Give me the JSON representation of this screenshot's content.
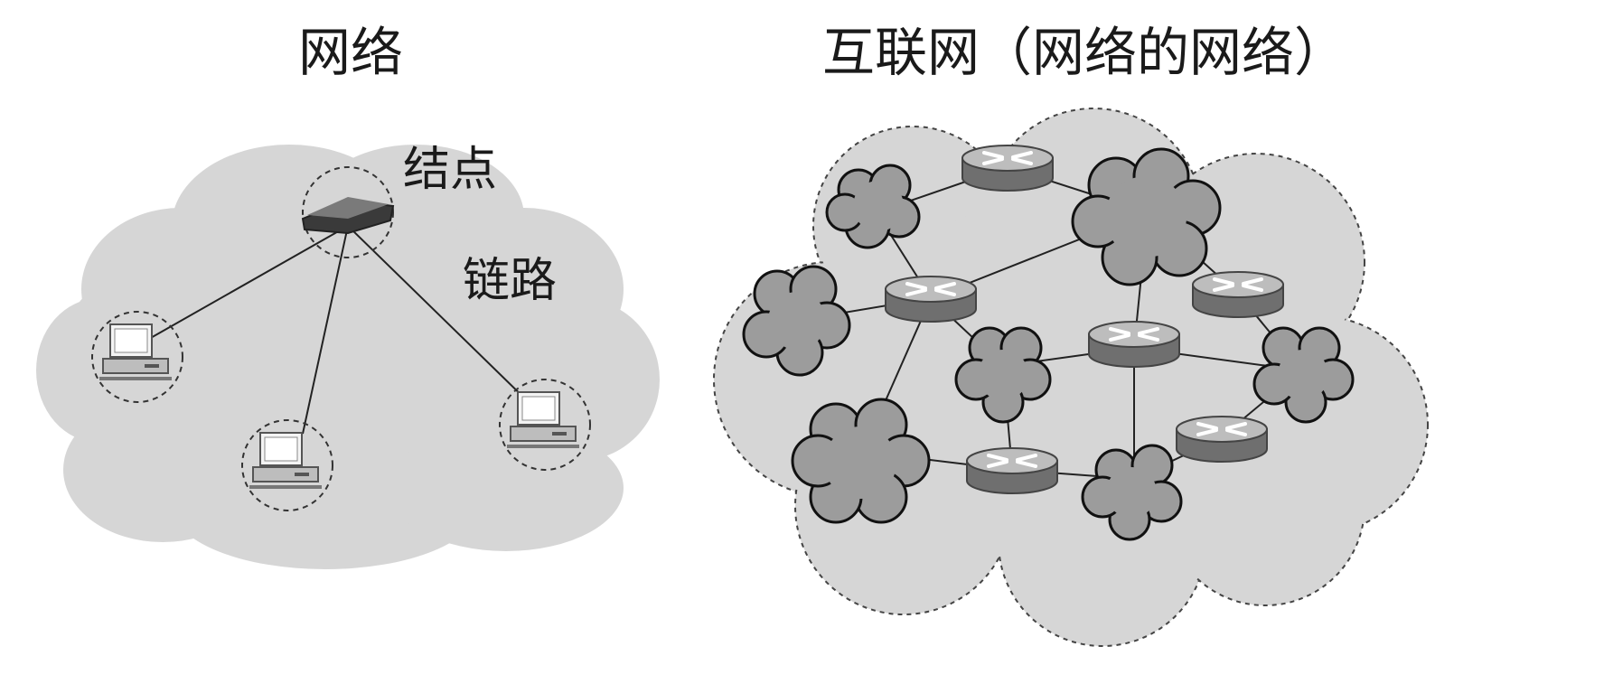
{
  "left": {
    "title": "网络",
    "node_label": "结点",
    "link_label": "链路"
  },
  "right": {
    "title": "互联网（网络的网络）"
  },
  "colors": {
    "cloud_fill": "#d6d6d6",
    "subnet_fill": "#9c9c9c",
    "router_body": "#6f6f6f",
    "router_top": "#bdbdbd",
    "line": "#222222",
    "dash": "#333333"
  }
}
